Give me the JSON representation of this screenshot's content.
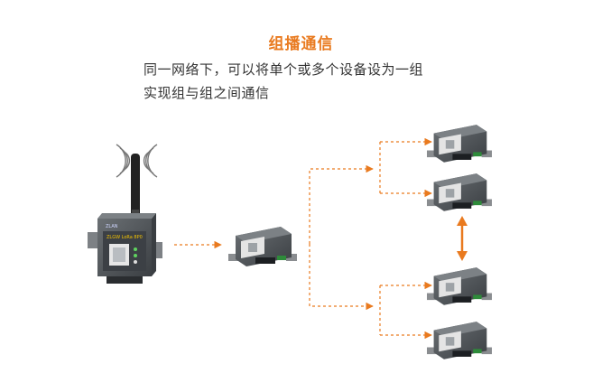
{
  "title": "组播通信",
  "description": {
    "line1": "同一网络下，可以将单个或多个设备设为一组",
    "line2": "实现组与组之间通信"
  },
  "device_panel_text": {
    "brand": "ZLAN",
    "model": "ZLGW LoRa 8P0"
  },
  "colors": {
    "accent": "#e97a1f",
    "device_dark": "#555a5e",
    "device_light": "#e8e8e8"
  },
  "icons": {
    "wifi_signal": "wifi-signal-icon"
  }
}
